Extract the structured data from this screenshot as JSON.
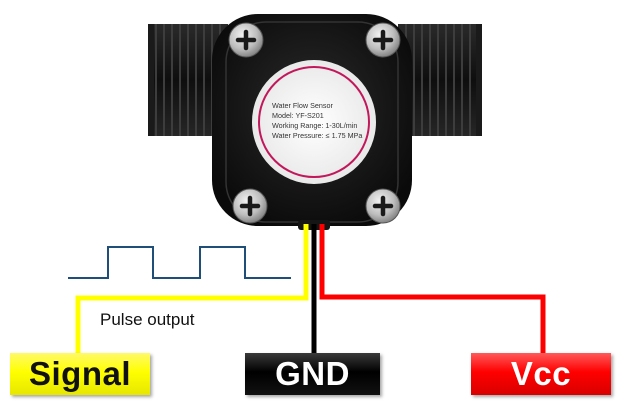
{
  "sensor": {
    "lines": [
      "Water Flow Sensor",
      "Model: YF-S201",
      "Working Range: 1-30L/min",
      "Water Pressure: ≤ 1.75 MPa"
    ]
  },
  "pulse_label": "Pulse output",
  "pins": {
    "signal": "Signal",
    "gnd": "GND",
    "vcc": "Vcc"
  },
  "colors": {
    "signal_wire": "#ffff00",
    "gnd_wire": "#000000",
    "vcc_wire": "#ff0000",
    "pulse_wave": "#1f4e79",
    "sensor_ring": "#c2185b"
  },
  "icons": [
    "plus-screw-icon"
  ]
}
